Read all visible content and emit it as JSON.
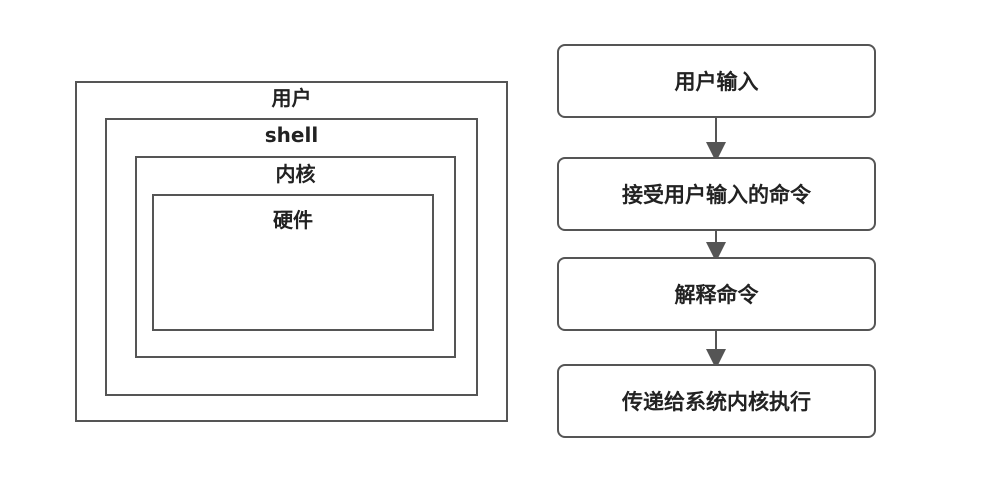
{
  "layers": {
    "user": "用户",
    "shell": "shell",
    "kernel": "内核",
    "hardware": "硬件"
  },
  "flow": {
    "steps": [
      "用户输入",
      "接受用户输入的命令",
      "解释命令",
      "传递给系统内核执行"
    ]
  }
}
